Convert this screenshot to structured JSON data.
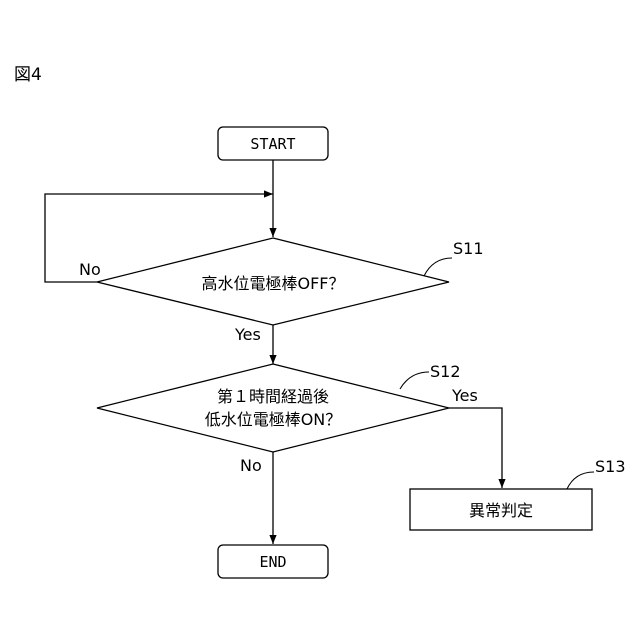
{
  "figure_label": "図4",
  "nodes": {
    "start": "START",
    "decision1": "高水位電極棒OFF？",
    "decision2_line1": "第１時間経過後",
    "decision2_line2": "低水位電極棒ON？",
    "abnormal": "異常判定",
    "end": "END"
  },
  "step_labels": {
    "s11": "S11",
    "s12": "S12",
    "s13": "S13"
  },
  "edge_labels": {
    "d1_no": "No",
    "d1_yes": "Yes",
    "d2_yes": "Yes",
    "d2_no": "No"
  }
}
